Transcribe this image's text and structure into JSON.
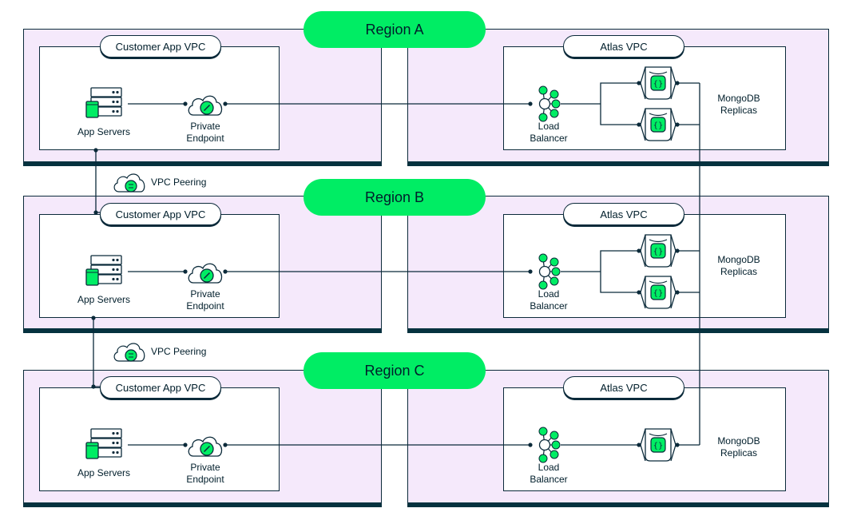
{
  "regions": [
    {
      "title": "Region A",
      "customer_vpc": "Customer App VPC",
      "atlas_vpc": "Atlas VPC",
      "app_servers": "App Servers",
      "endpoint_line1": "Private",
      "endpoint_line2": "Endpoint",
      "lb_line1": "Load",
      "lb_line2": "Balancer",
      "replicas_line1": "MongoDB",
      "replicas_line2": "Replicas"
    },
    {
      "title": "Region B",
      "customer_vpc": "Customer App VPC",
      "atlas_vpc": "Atlas VPC",
      "app_servers": "App Servers",
      "endpoint_line1": "Private",
      "endpoint_line2": "Endpoint",
      "lb_line1": "Load",
      "lb_line2": "Balancer",
      "replicas_line1": "MongoDB",
      "replicas_line2": "Replicas"
    },
    {
      "title": "Region C",
      "customer_vpc": "Customer App VPC",
      "atlas_vpc": "Atlas VPC",
      "app_servers": "App Servers",
      "endpoint_line1": "Private",
      "endpoint_line2": "Endpoint",
      "lb_line1": "Load",
      "lb_line2": "Balancer",
      "replicas_line1": "MongoDB",
      "replicas_line2": "Replicas"
    }
  ],
  "peering": [
    {
      "label": "VPC Peering"
    },
    {
      "label": "VPC Peering"
    }
  ],
  "icons": {
    "app_server": "server-rack-icon",
    "endpoint": "cloud-link-icon",
    "load_balancer": "network-hub-icon",
    "replica": "database-shield-icon",
    "peering": "cloud-peering-icon"
  },
  "colors": {
    "accent_green": "#00ed64",
    "panel_purple": "#f5e9fb",
    "ink": "#001e2b"
  }
}
